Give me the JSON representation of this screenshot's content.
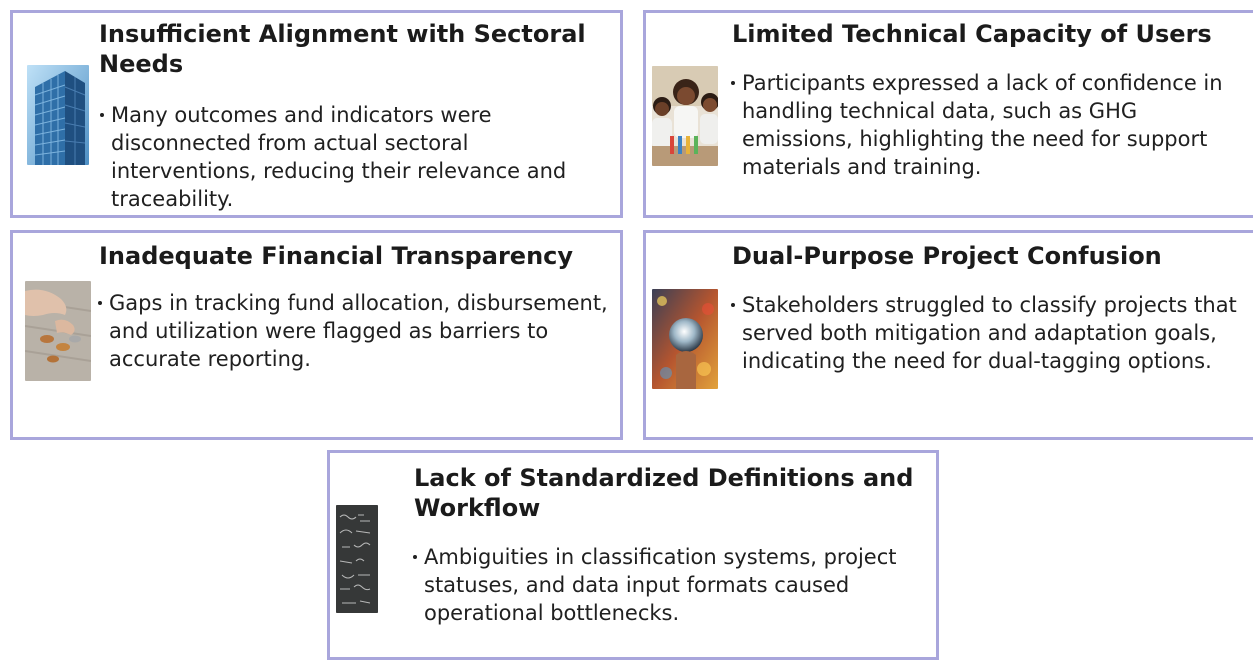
{
  "cards": [
    {
      "title": "Insufficient Alignment with Sectoral Needs",
      "text": "Many outcomes and indicators were disconnected from actual sectoral interventions, reducing their relevance and traceability.",
      "image_icon": "skyscraper-photo"
    },
    {
      "title": "Limited Technical Capacity of Users",
      "text": "Participants expressed a lack of confidence in handling technical data, such as GHG emissions, highlighting the need for support materials and training.",
      "image_icon": "lab-students-photo"
    },
    {
      "title": "Inadequate Financial Transparency",
      "text": "Gaps in tracking fund allocation, disbursement, and utilization were flagged as barriers to accurate reporting.",
      "image_icon": "coins-hand-photo"
    },
    {
      "title": "Dual-Purpose Project Confusion",
      "text": "Stakeholders struggled to classify projects that served both mitigation and adaptation goals, indicating the need for dual-tagging options.",
      "image_icon": "crystal-ball-photo"
    },
    {
      "title": "Lack of Standardized Definitions and Workflow",
      "text": "Ambiguities in classification systems, project statuses, and data input formats caused operational bottlenecks.",
      "image_icon": "chalkboard-formulas-photo"
    }
  ],
  "colors": {
    "card_border": "#a9a6dc",
    "title_text": "#1b1b1b",
    "body_text": "#202020"
  }
}
